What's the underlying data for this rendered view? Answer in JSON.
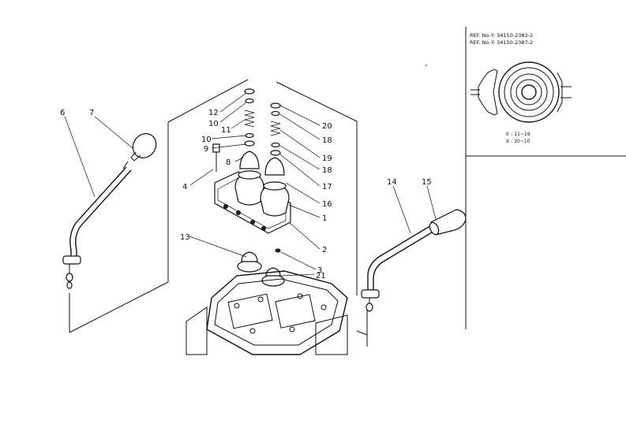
{
  "reference": {
    "line1": "REF. No.① 34150-2382-2",
    "line2": "REF. No.② 34150-2387-2",
    "note1": "① : 11~19",
    "note2": "② : 20~10"
  },
  "callouts": [
    {
      "num": "6"
    },
    {
      "num": "7"
    },
    {
      "num": "4"
    },
    {
      "num": "12"
    },
    {
      "num": "10"
    },
    {
      "num": "11"
    },
    {
      "num": "10"
    },
    {
      "num": "9"
    },
    {
      "num": "8"
    },
    {
      "num": "20"
    },
    {
      "num": "18"
    },
    {
      "num": "19"
    },
    {
      "num": "18"
    },
    {
      "num": "17"
    },
    {
      "num": "16"
    },
    {
      "num": "1"
    },
    {
      "num": "2"
    },
    {
      "num": "3"
    },
    {
      "num": "21"
    },
    {
      "num": "13"
    },
    {
      "num": "14"
    },
    {
      "num": "15"
    }
  ]
}
